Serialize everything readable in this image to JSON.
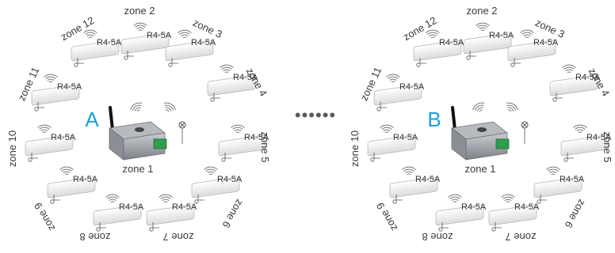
{
  "colors": {
    "group_letter": "#1aa0dc",
    "module_body": "#f4f4f4",
    "module_edge": "#b9b9b9",
    "hub_body": "#9a9ea3",
    "hub_terminal": "#2f9e4f",
    "wave": "#777777",
    "ellipsis": "#5a5a5a"
  },
  "groups": [
    {
      "letter": "A",
      "hub_label": "zone 1",
      "zones": [
        {
          "label": "zone 2",
          "model": "R4-5A"
        },
        {
          "label": "zone 3",
          "model": "R4-5A"
        },
        {
          "label": "zone 4",
          "model": "R4-5A"
        },
        {
          "label": "zone 5",
          "model": "R4-5A"
        },
        {
          "label": "zone 6",
          "model": "R4-5A"
        },
        {
          "label": "zone 7",
          "model": "R4-5A"
        },
        {
          "label": "zone 8",
          "model": "R4-5A"
        },
        {
          "label": "zone 9",
          "model": "R4-5A"
        },
        {
          "label": "zone 10",
          "model": "R4-5A"
        },
        {
          "label": "zone 11",
          "model": "R4-5A"
        },
        {
          "label": "zone 12",
          "model": "R4-5A"
        }
      ]
    },
    {
      "letter": "B",
      "hub_label": "zone 1",
      "zones": [
        {
          "label": "zone 2",
          "model": "R4-5A"
        },
        {
          "label": "zone 3",
          "model": "R4-5A"
        },
        {
          "label": "zone 4",
          "model": "R4-5A"
        },
        {
          "label": "zone 5",
          "model": "R4-5A"
        },
        {
          "label": "zone 6",
          "model": "R4-5A"
        },
        {
          "label": "zone 7",
          "model": "R4-5A"
        },
        {
          "label": "zone 8",
          "model": "R4-5A"
        },
        {
          "label": "zone 9",
          "model": "R4-5A"
        },
        {
          "label": "zone 10",
          "model": "R4-5A"
        },
        {
          "label": "zone 11",
          "model": "R4-5A"
        },
        {
          "label": "zone 12",
          "model": "R4-5A"
        }
      ]
    }
  ],
  "separator": "••••••"
}
